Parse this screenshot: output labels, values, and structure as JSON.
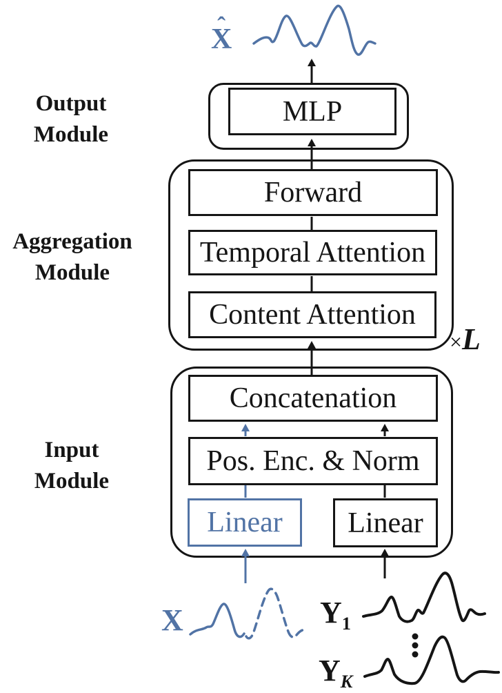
{
  "colors": {
    "accent": "#5173a5",
    "ink": "#151515"
  },
  "module_labels": {
    "output": {
      "line1": "Output",
      "line2": "Module"
    },
    "aggregation": {
      "line1": "Aggregation",
      "line2": "Module"
    },
    "input": {
      "line1": "Input",
      "line2": "Module"
    }
  },
  "blocks": {
    "mlp": "MLP",
    "forward": "Forward",
    "temporal_attention": "Temporal Attention",
    "content_attention": "Content Attention",
    "concatenation": "Concatenation",
    "pos_enc_norm": "Pos. Enc. & Norm",
    "linear_target": "Linear",
    "linear_reference": "Linear"
  },
  "repeat_badge": {
    "times_symbol": "×",
    "count_label": "L"
  },
  "signals": {
    "predicted_x": {
      "hat": "ˆ",
      "base": "X"
    },
    "input_x": {
      "base": "X"
    },
    "reference_y1": {
      "base": "Y",
      "sub": "1"
    },
    "reference_yk": {
      "base": "Y",
      "sub": "K"
    },
    "ellipsis_icon": "vertical-ellipsis"
  }
}
